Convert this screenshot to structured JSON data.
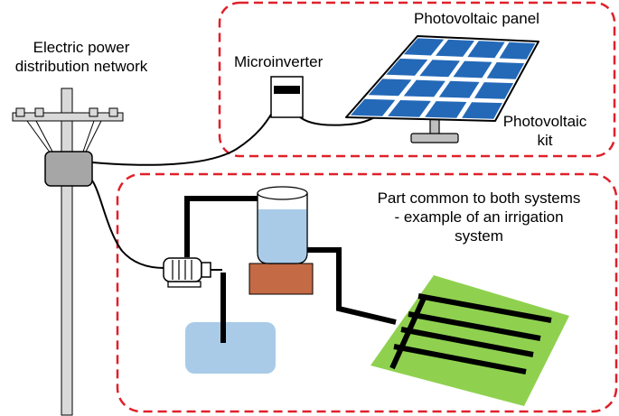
{
  "labels": {
    "grid_line1": "Electric power",
    "grid_line2": "distribution network",
    "microinverter": "Microinverter",
    "pv_panel": "Photovoltaic panel",
    "pv_kit_line1": "Photovoltaic",
    "pv_kit_line2": "kit",
    "common_line1": "Part common to both systems",
    "common_line2": "- example of an irrigation",
    "common_line3": "system"
  },
  "colors": {
    "dashed_border": "#e0202a",
    "panel_cell": "#2469b8",
    "water": "#a9cbe8",
    "tank_base": "#c46a45",
    "field": "#8fd14f",
    "pole": "#d9d9d9",
    "transformer": "#a6a6a6",
    "wire": "#000000"
  },
  "icons": [
    "utility-pole-icon",
    "transformer-icon",
    "microinverter-icon",
    "solar-panel-icon",
    "pump-icon",
    "water-tank-icon",
    "reservoir-icon",
    "irrigation-field-icon"
  ]
}
